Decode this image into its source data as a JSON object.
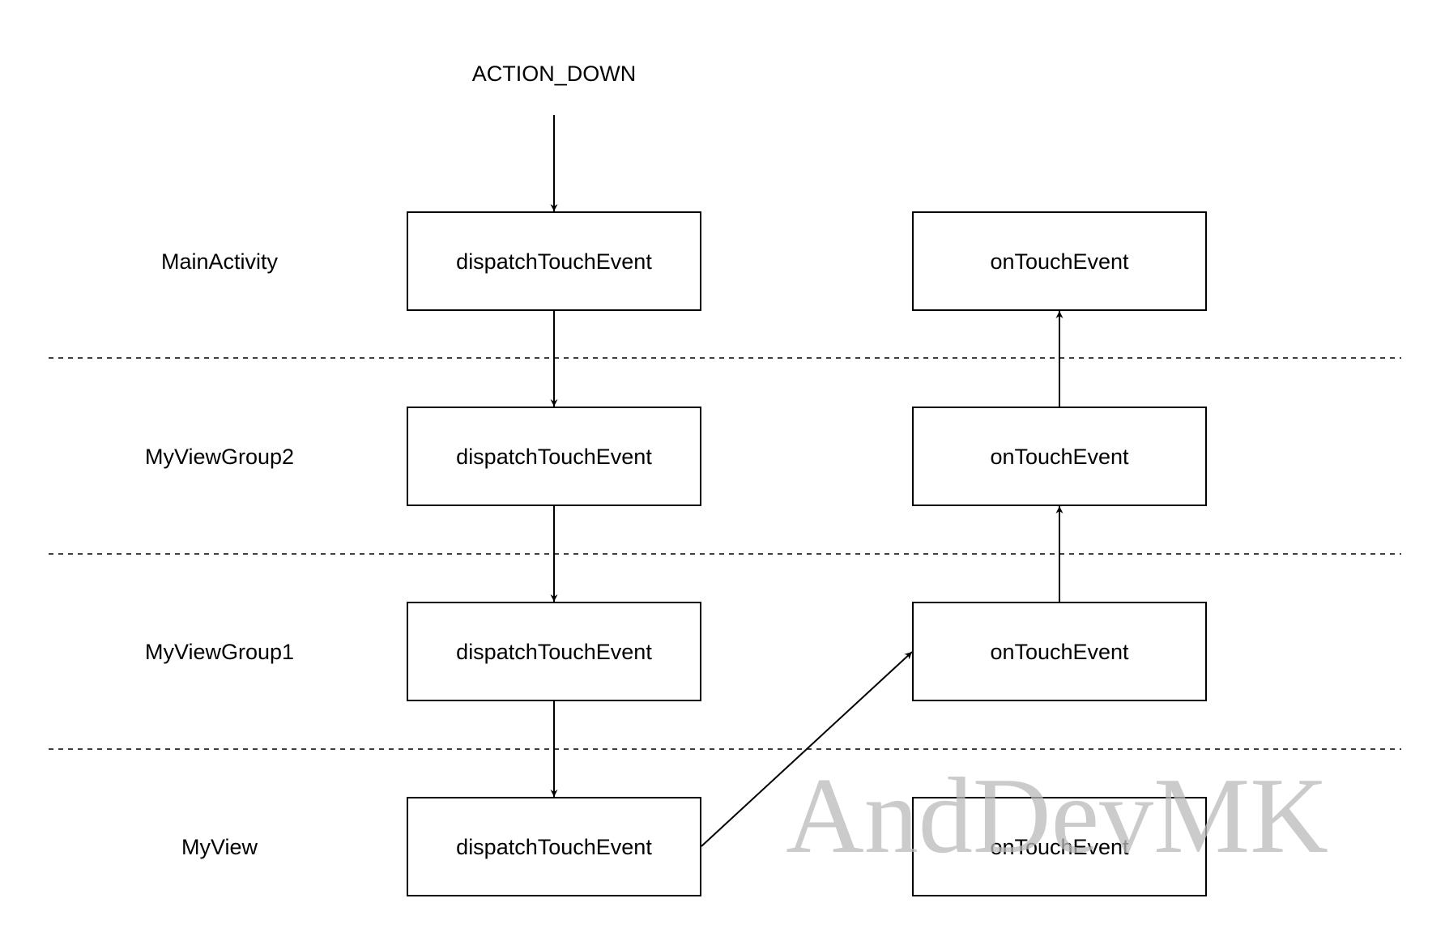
{
  "event": "ACTION_DOWN",
  "layers": [
    {
      "name": "MainActivity",
      "dispatch": "dispatchTouchEvent",
      "touch": "onTouchEvent"
    },
    {
      "name": "MyViewGroup2",
      "dispatch": "dispatchTouchEvent",
      "touch": "onTouchEvent"
    },
    {
      "name": "MyViewGroup1",
      "dispatch": "dispatchTouchEvent",
      "touch": "onTouchEvent"
    },
    {
      "name": "MyView",
      "dispatch": "dispatchTouchEvent",
      "touch": "onTouchEvent"
    }
  ],
  "watermark": "AndDevMK"
}
